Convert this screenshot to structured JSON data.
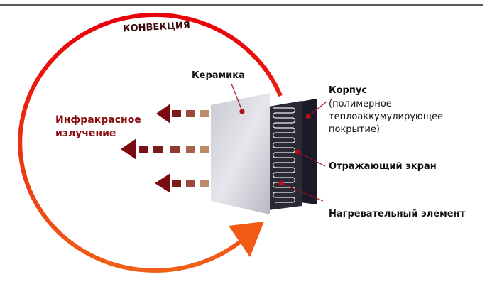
{
  "convection": "КОНВЕКЦИЯ",
  "infrared": {
    "line1": "Инфракрасное",
    "line2": "излучение"
  },
  "ceramic": "Керамика",
  "housing": {
    "title": "Корпус",
    "line1": "(полимерное",
    "line2": "теплоаккумулирующее",
    "line3": "покрытие)"
  },
  "reflector": "Отражающий экран",
  "heater": "Нагревательный элемент",
  "colors": {
    "convection_start": "#e8000a",
    "convection_end": "#f05a14",
    "infrared": "#8b0d12"
  }
}
